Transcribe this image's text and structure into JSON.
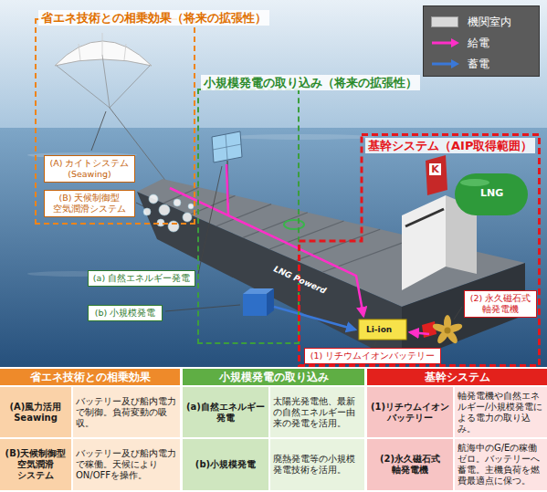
{
  "diagram": {
    "nodes": [
      {
        "text": [
          "省エネ技術との相乗効果（将来の拡張性）"
        ]
      },
      {
        "text": [
          "(A) カイトシステム (Seawing)"
        ],
        "in": 0
      },
      {
        "text": [
          "(B) 天候制御型 空気潤滑システム"
        ],
        "in": 0
      },
      {
        "text": [
          "小規模発電の取り込み（将来の拡張性）"
        ]
      },
      {
        "text": [
          "(a) 自然エネルギー発電"
        ]
      },
      {
        "text": [
          "(b) 小規模発電"
        ]
      },
      {
        "text": [
          "基幹システム（AIP取得範囲）"
        ]
      },
      {
        "text": [
          "(1) リチウムイオンバッテリー"
        ],
        "in": 6
      },
      {
        "text": [
          "(2) 永久磁石式 軸発電機"
        ],
        "in": 6
      },
      {
        "text": [
          "省エネ技術との相乗効果"
        ]
      },
      {
        "text": [
          "小規模発電の取り込み"
        ]
      },
      {
        "text": [
          "基幹システム"
        ]
      }
    ],
    "labels": [
      "LNG Powerd",
      "LNG",
      "K",
      "Li-ion",
      "(A)風力活用 Seawing",
      "バッテリー及び船内電力で制御。負荷変動の吸収。",
      "(B)天候制御型 空気潤滑 システム",
      "バッテリー及び船内電力で稼働。天候によりON/OFFを操作。",
      "(a)自然エネルギー 発電",
      "太陽光発電他、最新の自然エネルギー由来の発電を活用。",
      "(b)小規模発電",
      "廃熱発電等の小規模発電技術を活用。",
      "(1)リチウムイオン バッテリー",
      "軸発電機や自然エネルギー/小規模発電による電力の取り込み。",
      "(2)永久磁石式 軸発電機",
      "航海中のG/Eの稼働ゼロ。バッテリーへ蓄電。主機負荷を燃費最適点に保つ。"
    ],
    "legend": [
      {
        "text": "機関室内",
        "color": "#d9d9d9"
      },
      {
        "text": "給電"
      },
      {
        "text": "蓄電"
      }
    ]
  }
}
